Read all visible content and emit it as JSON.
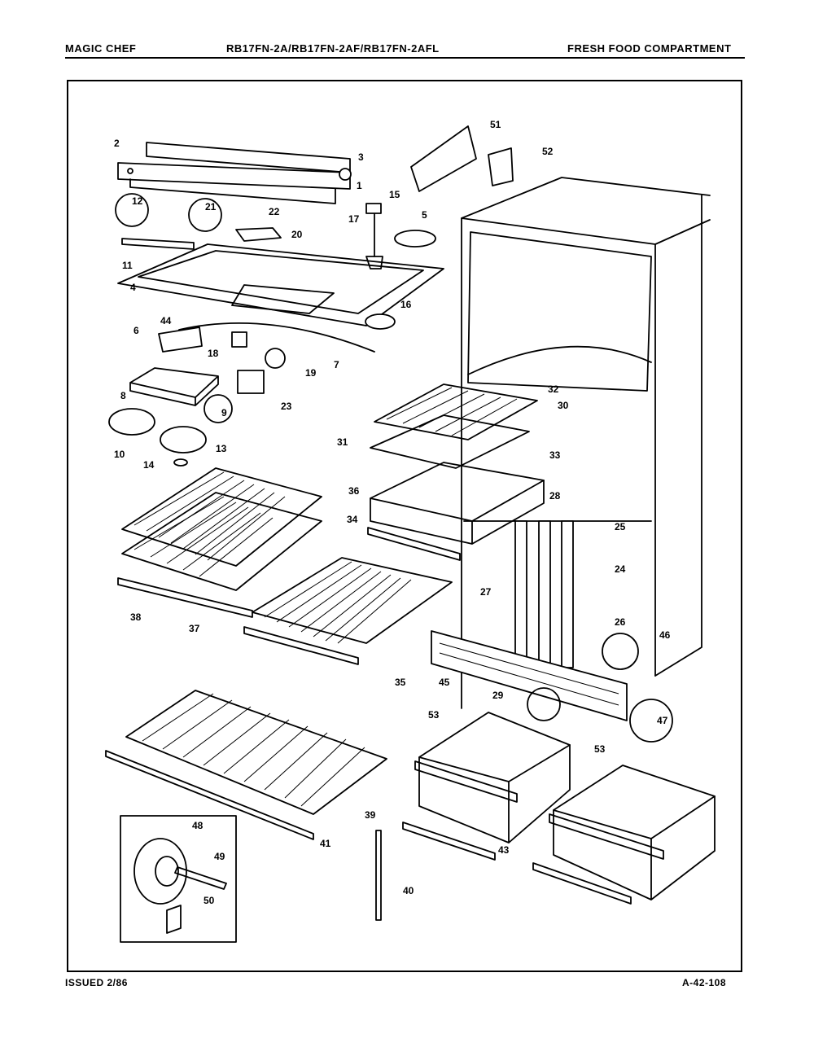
{
  "header": {
    "brand": "MAGIC CHEF",
    "models": "RB17FN-2A/RB17FN-2AF/RB17FN-2AFL",
    "section": "FRESH FOOD COMPARTMENT"
  },
  "footer": {
    "issued": "ISSUED 2/86",
    "doc_number": "A-42-108"
  },
  "callouts": [
    "1",
    "2",
    "3",
    "4",
    "5",
    "6",
    "7",
    "8",
    "9",
    "10",
    "11",
    "12",
    "13",
    "14",
    "15",
    "16",
    "17",
    "18",
    "19",
    "20",
    "21",
    "22",
    "23",
    "24",
    "25",
    "26",
    "27",
    "28",
    "29",
    "30",
    "31",
    "32",
    "33",
    "34",
    "35",
    "36",
    "37",
    "38",
    "39",
    "40",
    "41",
    "43",
    "44",
    "45",
    "46",
    "47",
    "48",
    "49",
    "50",
    "51",
    "52",
    "53",
    "53"
  ]
}
